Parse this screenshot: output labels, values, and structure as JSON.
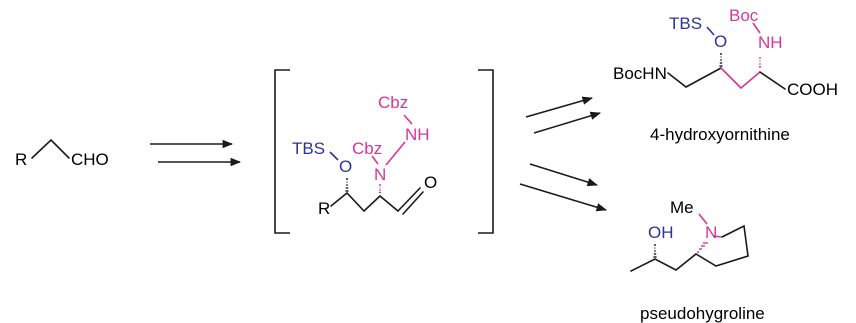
{
  "colors": {
    "ink": "#1a1a1a",
    "silyl": "#2f3399",
    "nitrogen": "#d6369b"
  },
  "start": {
    "r": "R",
    "cho": "CHO"
  },
  "intermediate": {
    "tbs": "TBS",
    "o": "O",
    "cbz_top": "Cbz",
    "nh": "NH",
    "cbz": "Cbz",
    "n": "N",
    "r": "R",
    "carbonyl_o": "O"
  },
  "product1": {
    "tbs": "TBS",
    "o": "O",
    "boc": "Boc",
    "nh": "NH",
    "bochn": "BocHN",
    "cooh": "COOH",
    "name": "4-hydroxyornithine"
  },
  "product2": {
    "me": "Me",
    "n": "N",
    "oh": "OH",
    "name": "pseudohygroline"
  }
}
